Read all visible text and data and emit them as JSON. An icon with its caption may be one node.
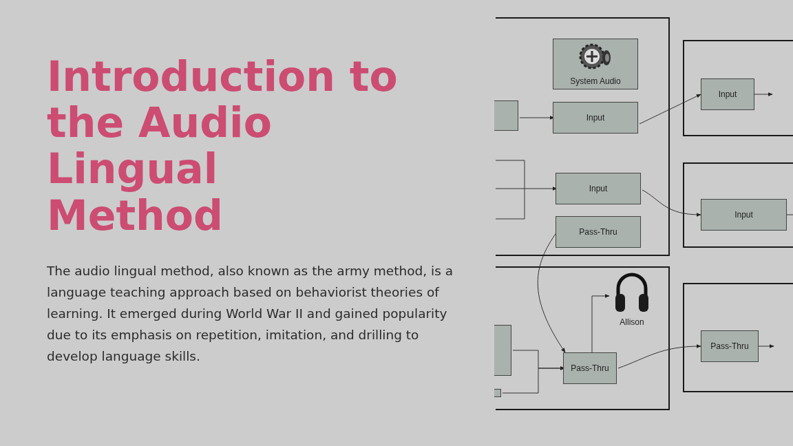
{
  "diagram": {
    "title": "Introduction to the Audio Lingual Method",
    "nodes": [
      {
        "text": [],
        "shape": "box"
      },
      {
        "text": [
          "System Audio"
        ],
        "in": 0
      },
      {
        "text": [
          "Input"
        ],
        "in": 0
      },
      {
        "text": [
          "Input"
        ],
        "in": 0
      },
      {
        "text": [
          "Pass-Thru"
        ],
        "in": 0
      },
      {
        "text": [],
        "shape": "box",
        "in": 0
      },
      {
        "text": [],
        "shape": "box"
      },
      {
        "text": [
          "Input"
        ],
        "in": 6
      },
      {
        "text": [],
        "shape": "box"
      },
      {
        "text": [
          "Input"
        ],
        "in": 8
      },
      {
        "text": [],
        "shape": "box"
      },
      {
        "text": [],
        "shape": "box",
        "in": 10
      },
      {
        "text": [],
        "shape": "box",
        "in": 10
      },
      {
        "text": [
          "Pass-Thru"
        ],
        "in": 10
      },
      {
        "text": [
          "Allison"
        ],
        "in": 10
      },
      {
        "text": [],
        "shape": "box"
      },
      {
        "text": [
          "Pass-Thru"
        ],
        "in": 15
      }
    ],
    "edges": [
      {
        "from": 5,
        "to": 2,
        "arrow": "to"
      },
      {
        "from": null,
        "to": 3,
        "arrow": "to"
      },
      {
        "from": 2,
        "to": 7,
        "arrow": "to"
      },
      {
        "from": 3,
        "to": 9,
        "arrow": "to"
      },
      {
        "from": 7,
        "to": null,
        "arrow": "to"
      },
      {
        "from": 9,
        "to": null,
        "arrow": "none"
      },
      {
        "from": 4,
        "to": 13,
        "arrow": "to"
      },
      {
        "from": 11,
        "to": 13,
        "arrow": "to"
      },
      {
        "from": 12,
        "to": 13,
        "arrow": "to"
      },
      {
        "from": 13,
        "to": 14,
        "arrow": "to"
      },
      {
        "from": 13,
        "to": 16,
        "arrow": "to"
      },
      {
        "from": 16,
        "to": null,
        "arrow": "to"
      }
    ],
    "labels": [
      "The audio lingual method, also known as the army method, is a language teaching approach based on behaviorist theories of learning. It emerged during World War II and gained popularity due to its emphasis on repetition, imitation, and drilling to develop language skills."
    ]
  }
}
